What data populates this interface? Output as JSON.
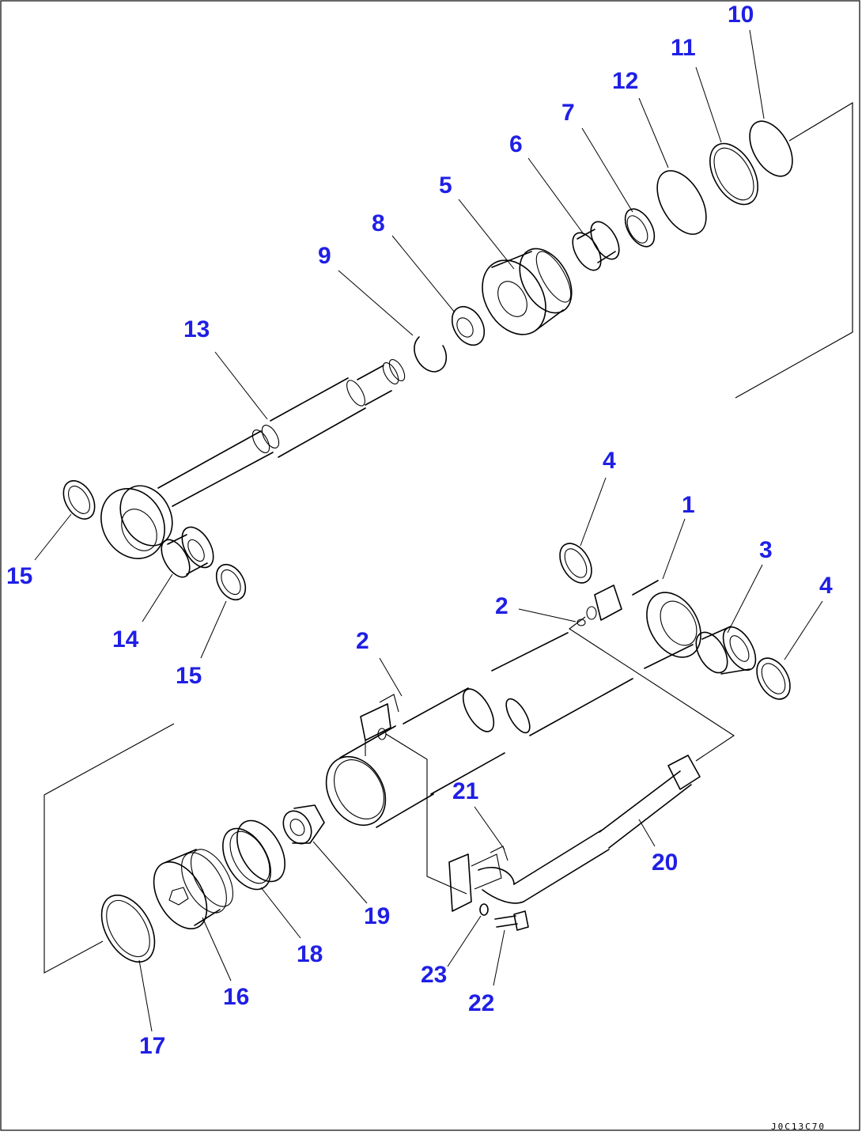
{
  "diagram": {
    "drawing_code": "J0C13C70",
    "callouts": [
      "10",
      "11",
      "12",
      "7",
      "6",
      "5",
      "8",
      "9",
      "13",
      "15",
      "14",
      "15",
      "4",
      "1",
      "3",
      "4",
      "2",
      "2",
      "21",
      "20",
      "19",
      "18",
      "16",
      "17",
      "23",
      "22"
    ]
  }
}
